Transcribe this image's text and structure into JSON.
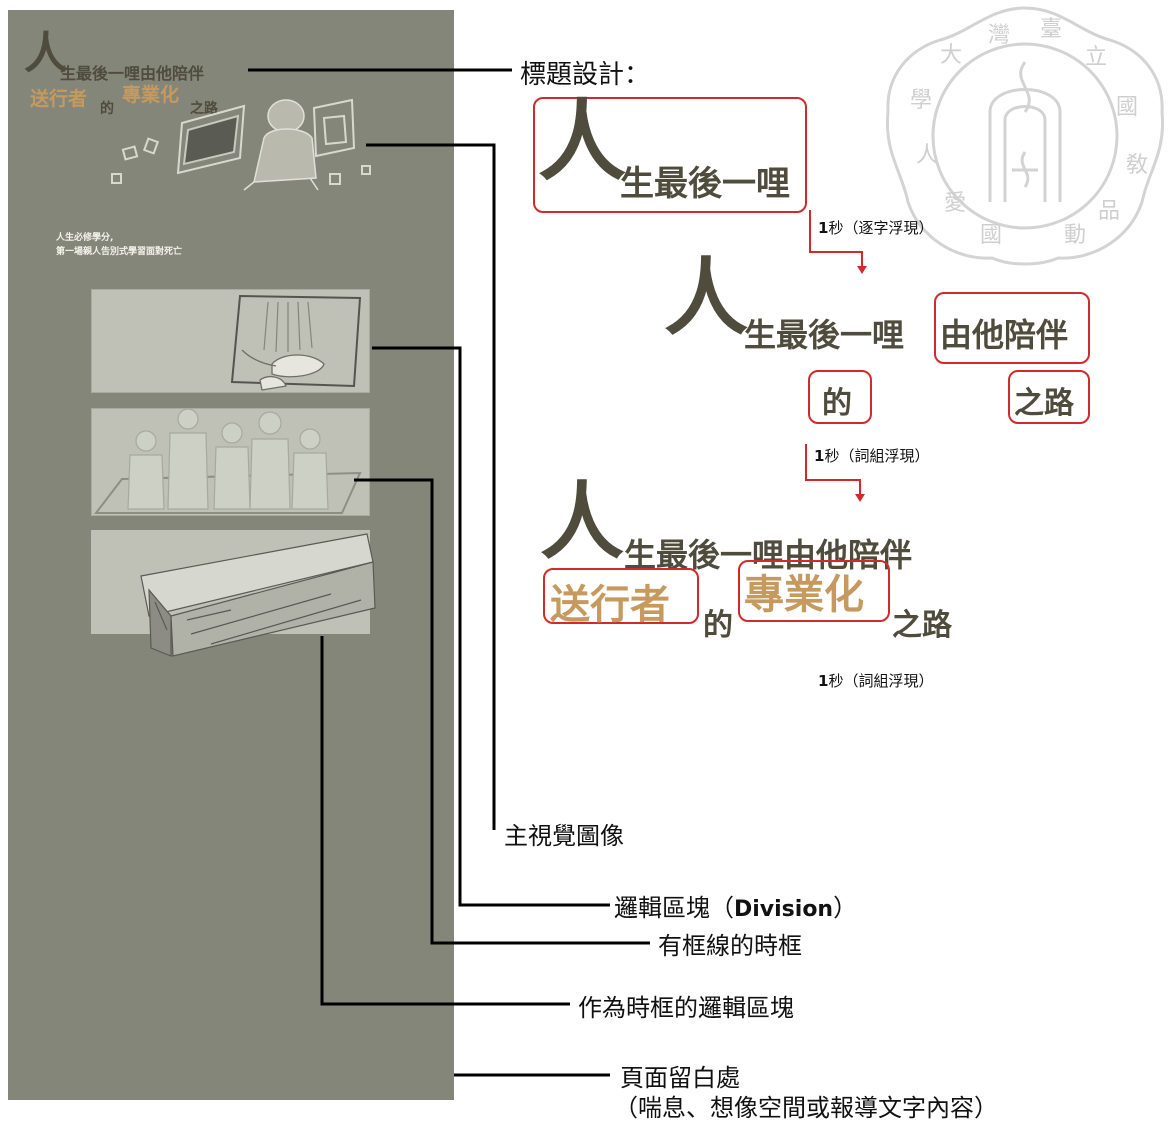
{
  "poster": {
    "title_big_char": "人",
    "title_line1": "生最後一哩由他陪伴",
    "title_line2_a": "送行者",
    "title_line2_b": "的",
    "title_line2_c": "專業化",
    "title_line2_d": "之路",
    "intro_line1": "人生必修學分,",
    "intro_line2": "第一場親人告別式學習面對死亡",
    "panel_color": "#85867a"
  },
  "design": {
    "heading": "標題設計：",
    "step1": {
      "big": "人",
      "rest": "生最後一哩"
    },
    "timing1": {
      "num": "1",
      "text": "秒（逐字浮現）"
    },
    "step2": {
      "big": "人",
      "rest": "生最後一哩",
      "boxed": "由他陪伴",
      "de": "的",
      "road": "之路"
    },
    "timing2": {
      "num": "1",
      "text": "秒（詞組浮現）"
    },
    "step3": {
      "big": "人",
      "rest": "生最後一哩由他陪伴",
      "a": "送行者",
      "b": "的",
      "c": "專業化",
      "d": "之路"
    },
    "timing3": {
      "num": "1",
      "text": "秒（詞組浮現）"
    },
    "accent_color": "#d22a2a",
    "tan_color": "#c69a5e"
  },
  "labels": {
    "main_visual": "主視覺圖像",
    "division_prefix": "邏輯區塊（",
    "division_word": "Division",
    "division_suffix": "）",
    "framed": "有框線的時框",
    "block_frame": "作為時框的邏輯區塊",
    "whitespace": "頁面留白處",
    "whitespace_note": "（喘息、想像空間或報導文字內容）"
  }
}
